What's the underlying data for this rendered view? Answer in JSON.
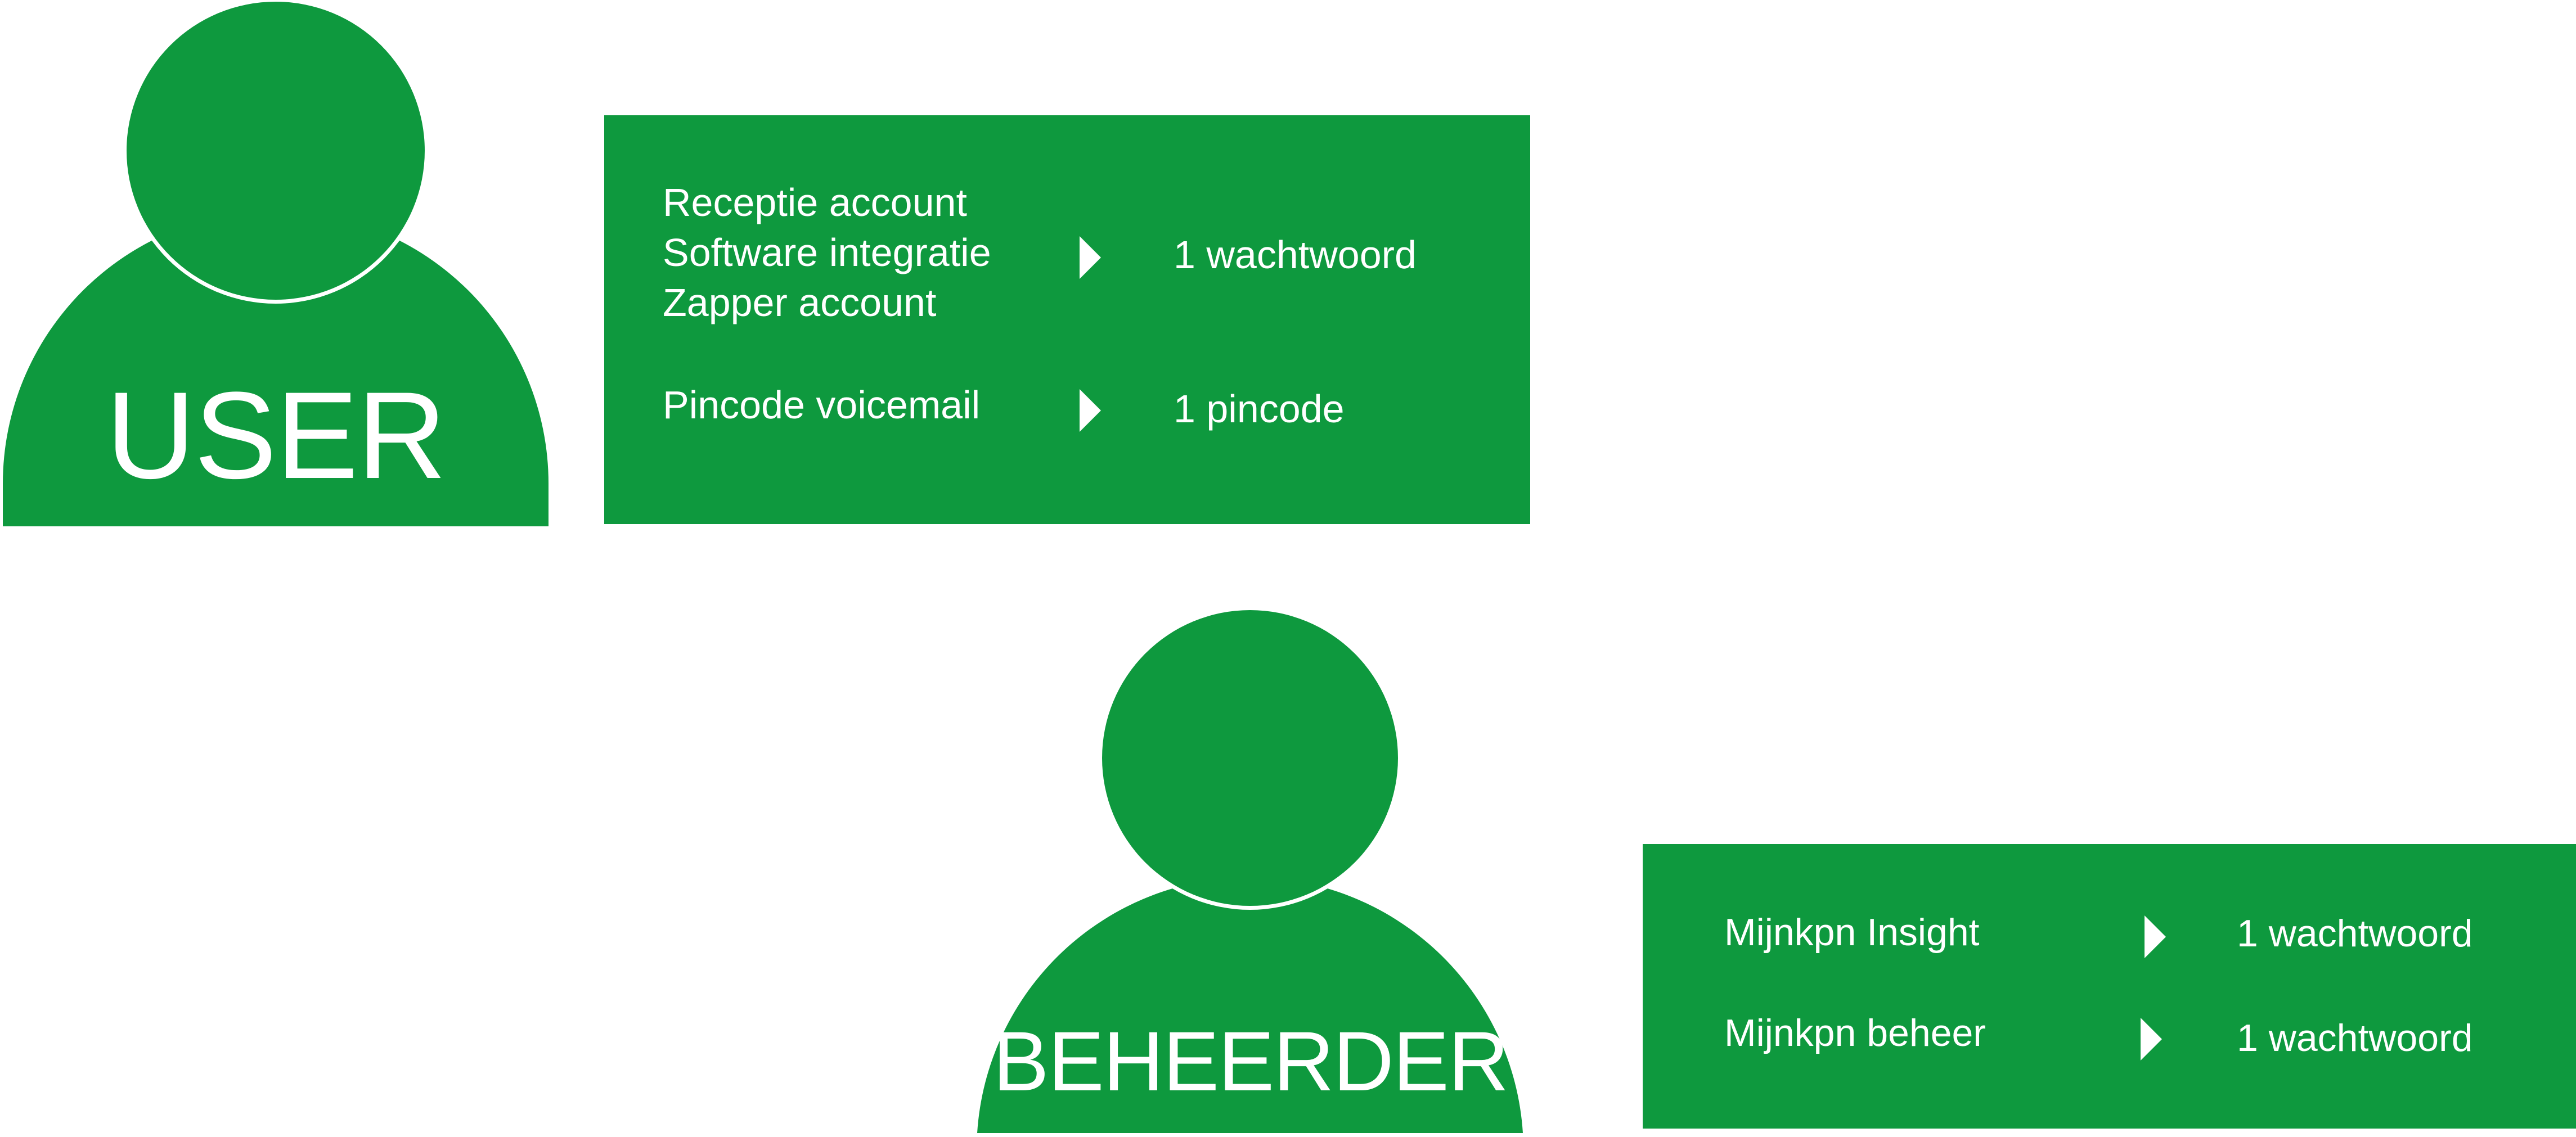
{
  "colors": {
    "green": "#0e993e",
    "white": "#ffffff",
    "background": "#ffffff"
  },
  "user": {
    "label": "USER",
    "icon": "person-icon",
    "rows": [
      {
        "items": [
          "Receptie account",
          "Software integratie",
          "Zapper account"
        ],
        "result": "1 wachtwoord"
      },
      {
        "items": [
          "Pincode voicemail"
        ],
        "result": "1 pincode"
      }
    ]
  },
  "beheerder": {
    "label": "BEHEERDER",
    "icon": "person-icon",
    "rows": [
      {
        "items": [
          "Mijnkpn Insight"
        ],
        "result": "1 wachtwoord"
      },
      {
        "items": [
          "Mijnkpn beheer"
        ],
        "result": "1 wachtwoord"
      }
    ]
  }
}
